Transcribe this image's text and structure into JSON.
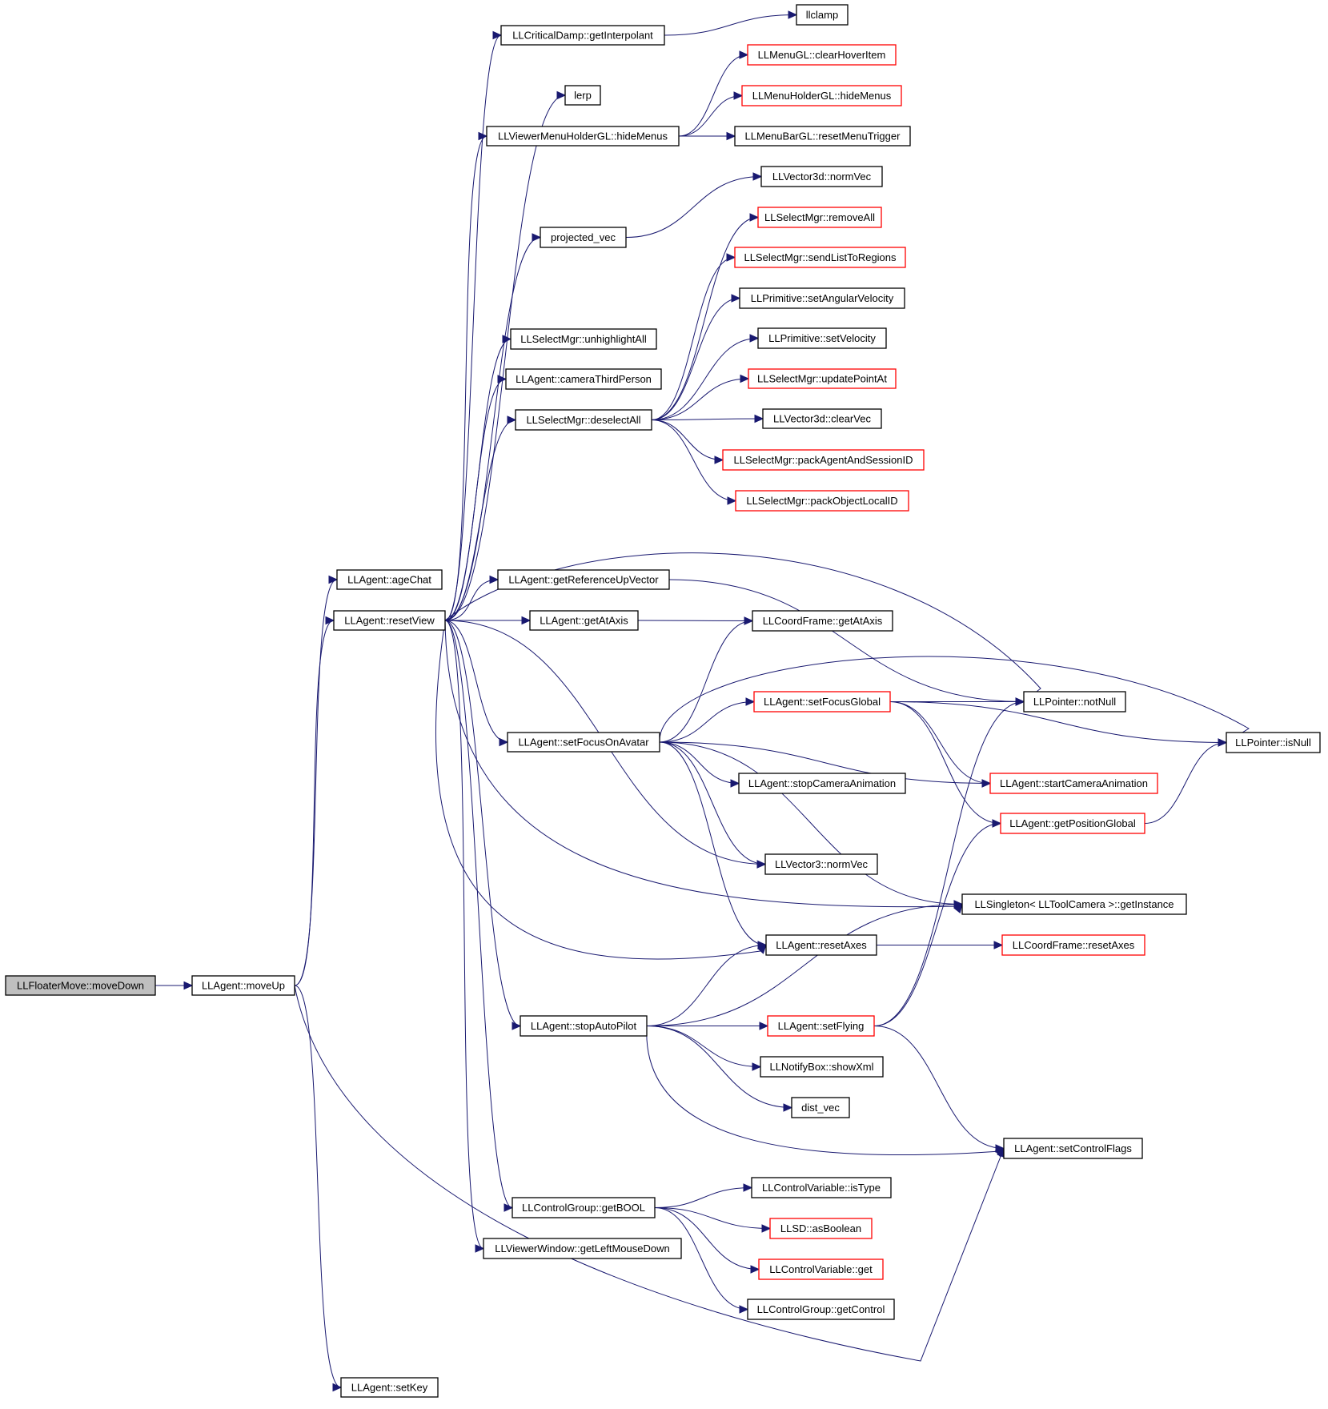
{
  "graph": {
    "title": "",
    "colors": {
      "edge": "#191970",
      "border": "#000000",
      "highlight_border": "#ff0000",
      "root_fill": "#bfbfbf",
      "node_fill": "#ffffff"
    },
    "nodes": [
      {
        "id": "floatermove_movedown",
        "label": "LLFloaterMove::moveDown",
        "style": "root"
      },
      {
        "id": "agent_moveup",
        "label": "LLAgent::moveUp",
        "style": "normal"
      },
      {
        "id": "agent_agechat",
        "label": "LLAgent::ageChat",
        "style": "normal"
      },
      {
        "id": "agent_resetview",
        "label": "LLAgent::resetView",
        "style": "normal"
      },
      {
        "id": "agent_setkey",
        "label": "LLAgent::setKey",
        "style": "normal"
      },
      {
        "id": "criticaldamp_getinterpolant",
        "label": "LLCriticalDamp::getInterpolant",
        "style": "normal"
      },
      {
        "id": "lerp",
        "label": "lerp",
        "style": "normal"
      },
      {
        "id": "viewermenuholder_hidemenus",
        "label": "LLViewerMenuHolderGL::hideMenus",
        "style": "normal"
      },
      {
        "id": "projected_vec",
        "label": "projected_vec",
        "style": "normal"
      },
      {
        "id": "selectmgr_unhighlightall",
        "label": "LLSelectMgr::unhighlightAll",
        "style": "normal"
      },
      {
        "id": "agent_camerathirdperson",
        "label": "LLAgent::cameraThirdPerson",
        "style": "normal"
      },
      {
        "id": "selectmgr_deselectall",
        "label": "LLSelectMgr::deselectAll",
        "style": "normal"
      },
      {
        "id": "agent_getreferenceupvector",
        "label": "LLAgent::getReferenceUpVector",
        "style": "normal"
      },
      {
        "id": "agent_getataxis",
        "label": "LLAgent::getAtAxis",
        "style": "normal"
      },
      {
        "id": "agent_setfocusonavatar",
        "label": "LLAgent::setFocusOnAvatar",
        "style": "normal"
      },
      {
        "id": "agent_stopautopilot",
        "label": "LLAgent::stopAutoPilot",
        "style": "normal"
      },
      {
        "id": "controlgroup_getbool",
        "label": "LLControlGroup::getBOOL",
        "style": "normal"
      },
      {
        "id": "viewerwindow_getleftmousedown",
        "label": "LLViewerWindow::getLeftMouseDown",
        "style": "normal"
      },
      {
        "id": "llclamp",
        "label": "llclamp",
        "style": "normal"
      },
      {
        "id": "menugl_clearhoveritem",
        "label": "LLMenuGL::clearHoverItem",
        "style": "red"
      },
      {
        "id": "menuholdergl_hidemenus",
        "label": "LLMenuHolderGL::hideMenus",
        "style": "red"
      },
      {
        "id": "menubargl_resetmenutrigger",
        "label": "LLMenuBarGL::resetMenuTrigger",
        "style": "normal"
      },
      {
        "id": "vector3d_normvec",
        "label": "LLVector3d::normVec",
        "style": "normal"
      },
      {
        "id": "selectmgr_removeall",
        "label": "LLSelectMgr::removeAll",
        "style": "red"
      },
      {
        "id": "selectmgr_sendlisttoregions",
        "label": "LLSelectMgr::sendListToRegions",
        "style": "red"
      },
      {
        "id": "primitive_setangularvelocity",
        "label": "LLPrimitive::setAngularVelocity",
        "style": "normal"
      },
      {
        "id": "primitive_setvelocity",
        "label": "LLPrimitive::setVelocity",
        "style": "normal"
      },
      {
        "id": "selectmgr_updatepointat",
        "label": "LLSelectMgr::updatePointAt",
        "style": "red"
      },
      {
        "id": "vector3d_clearvec",
        "label": "LLVector3d::clearVec",
        "style": "normal"
      },
      {
        "id": "selectmgr_packagentandsessionid",
        "label": "LLSelectMgr::packAgentAndSessionID",
        "style": "red"
      },
      {
        "id": "selectmgr_packobjectlocalid",
        "label": "LLSelectMgr::packObjectLocalID",
        "style": "red"
      },
      {
        "id": "coordframe_getataxis",
        "label": "LLCoordFrame::getAtAxis",
        "style": "normal"
      },
      {
        "id": "agent_setfocusglobal",
        "label": "LLAgent::setFocusGlobal",
        "style": "red"
      },
      {
        "id": "agent_stopcameraanimation",
        "label": "LLAgent::stopCameraAnimation",
        "style": "normal"
      },
      {
        "id": "vector3_normvec",
        "label": "LLVector3::normVec",
        "style": "normal"
      },
      {
        "id": "agent_resetaxes",
        "label": "LLAgent::resetAxes",
        "style": "normal"
      },
      {
        "id": "agent_setflying",
        "label": "LLAgent::setFlying",
        "style": "red"
      },
      {
        "id": "notifybox_showxml",
        "label": "LLNotifyBox::showXml",
        "style": "normal"
      },
      {
        "id": "dist_vec",
        "label": "dist_vec",
        "style": "normal"
      },
      {
        "id": "controlvariable_istype",
        "label": "LLControlVariable::isType",
        "style": "normal"
      },
      {
        "id": "llsd_asboolean",
        "label": "LLSD::asBoolean",
        "style": "red"
      },
      {
        "id": "controlvariable_get",
        "label": "LLControlVariable::get",
        "style": "red"
      },
      {
        "id": "controlgroup_getcontrol",
        "label": "LLControlGroup::getControl",
        "style": "normal"
      },
      {
        "id": "pointer_notnull",
        "label": "LLPointer::notNull",
        "style": "normal"
      },
      {
        "id": "pointer_isnull",
        "label": "LLPointer::isNull",
        "style": "normal"
      },
      {
        "id": "agent_startcameraanimation",
        "label": "LLAgent::startCameraAnimation",
        "style": "red"
      },
      {
        "id": "agent_getpositionglobal",
        "label": "LLAgent::getPositionGlobal",
        "style": "red"
      },
      {
        "id": "singleton_toolcamera_getinstance",
        "label": "LLSingleton< LLToolCamera >::getInstance",
        "style": "normal"
      },
      {
        "id": "coordframe_resetaxes",
        "label": "LLCoordFrame::resetAxes",
        "style": "red"
      },
      {
        "id": "agent_setcontrolflags",
        "label": "LLAgent::setControlFlags",
        "style": "normal"
      }
    ],
    "edges": [
      {
        "from": "floatermove_movedown",
        "to": "agent_moveup"
      },
      {
        "from": "agent_moveup",
        "to": "agent_agechat"
      },
      {
        "from": "agent_moveup",
        "to": "agent_resetview"
      },
      {
        "from": "agent_moveup",
        "to": "agent_setcontrolflags"
      },
      {
        "from": "agent_moveup",
        "to": "agent_setkey"
      },
      {
        "from": "agent_resetview",
        "to": "criticaldamp_getinterpolant"
      },
      {
        "from": "agent_resetview",
        "to": "lerp"
      },
      {
        "from": "agent_resetview",
        "to": "viewermenuholder_hidemenus"
      },
      {
        "from": "agent_resetview",
        "to": "projected_vec"
      },
      {
        "from": "agent_resetview",
        "to": "selectmgr_unhighlightall"
      },
      {
        "from": "agent_resetview",
        "to": "agent_camerathirdperson"
      },
      {
        "from": "agent_resetview",
        "to": "selectmgr_deselectall"
      },
      {
        "from": "agent_resetview",
        "to": "agent_getreferenceupvector"
      },
      {
        "from": "agent_resetview",
        "to": "pointer_notnull"
      },
      {
        "from": "agent_resetview",
        "to": "agent_getataxis"
      },
      {
        "from": "agent_resetview",
        "to": "agent_setfocusonavatar"
      },
      {
        "from": "agent_resetview",
        "to": "vector3_normvec"
      },
      {
        "from": "agent_resetview",
        "to": "singleton_toolcamera_getinstance"
      },
      {
        "from": "agent_resetview",
        "to": "agent_resetaxes"
      },
      {
        "from": "agent_resetview",
        "to": "agent_stopautopilot"
      },
      {
        "from": "agent_resetview",
        "to": "controlgroup_getbool"
      },
      {
        "from": "agent_resetview",
        "to": "viewerwindow_getleftmousedown"
      },
      {
        "from": "criticaldamp_getinterpolant",
        "to": "llclamp"
      },
      {
        "from": "viewermenuholder_hidemenus",
        "to": "menugl_clearhoveritem"
      },
      {
        "from": "viewermenuholder_hidemenus",
        "to": "menuholdergl_hidemenus"
      },
      {
        "from": "viewermenuholder_hidemenus",
        "to": "menubargl_resetmenutrigger"
      },
      {
        "from": "projected_vec",
        "to": "vector3d_normvec"
      },
      {
        "from": "selectmgr_deselectall",
        "to": "selectmgr_removeall"
      },
      {
        "from": "selectmgr_deselectall",
        "to": "selectmgr_sendlisttoregions"
      },
      {
        "from": "selectmgr_deselectall",
        "to": "primitive_setangularvelocity"
      },
      {
        "from": "selectmgr_deselectall",
        "to": "primitive_setvelocity"
      },
      {
        "from": "selectmgr_deselectall",
        "to": "selectmgr_updatepointat"
      },
      {
        "from": "selectmgr_deselectall",
        "to": "vector3d_clearvec"
      },
      {
        "from": "selectmgr_deselectall",
        "to": "selectmgr_packagentandsessionid"
      },
      {
        "from": "selectmgr_deselectall",
        "to": "selectmgr_packobjectlocalid"
      },
      {
        "from": "agent_getreferenceupvector",
        "to": "pointer_notnull"
      },
      {
        "from": "agent_getataxis",
        "to": "coordframe_getataxis"
      },
      {
        "from": "agent_setfocusonavatar",
        "to": "coordframe_getataxis"
      },
      {
        "from": "agent_setfocusonavatar",
        "to": "pointer_isnull"
      },
      {
        "from": "agent_setfocusonavatar",
        "to": "agent_setfocusglobal"
      },
      {
        "from": "agent_setfocusonavatar",
        "to": "agent_startcameraanimation"
      },
      {
        "from": "agent_setfocusonavatar",
        "to": "agent_stopcameraanimation"
      },
      {
        "from": "agent_setfocusonavatar",
        "to": "vector3_normvec"
      },
      {
        "from": "agent_setfocusonavatar",
        "to": "singleton_toolcamera_getinstance"
      },
      {
        "from": "agent_setfocusonavatar",
        "to": "agent_resetaxes"
      },
      {
        "from": "agent_setfocusglobal",
        "to": "pointer_notnull"
      },
      {
        "from": "agent_setfocusglobal",
        "to": "pointer_isnull"
      },
      {
        "from": "agent_setfocusglobal",
        "to": "agent_startcameraanimation"
      },
      {
        "from": "agent_setfocusglobal",
        "to": "agent_getpositionglobal"
      },
      {
        "from": "agent_getpositionglobal",
        "to": "pointer_isnull"
      },
      {
        "from": "agent_resetaxes",
        "to": "coordframe_resetaxes"
      },
      {
        "from": "agent_stopautopilot",
        "to": "agent_resetaxes"
      },
      {
        "from": "agent_stopautopilot",
        "to": "singleton_toolcamera_getinstance"
      },
      {
        "from": "agent_stopautopilot",
        "to": "agent_setflying"
      },
      {
        "from": "agent_stopautopilot",
        "to": "notifybox_showxml"
      },
      {
        "from": "agent_stopautopilot",
        "to": "dist_vec"
      },
      {
        "from": "agent_stopautopilot",
        "to": "agent_setcontrolflags"
      },
      {
        "from": "agent_setflying",
        "to": "pointer_notnull"
      },
      {
        "from": "agent_setflying",
        "to": "agent_getpositionglobal"
      },
      {
        "from": "agent_setflying",
        "to": "agent_setcontrolflags"
      },
      {
        "from": "controlgroup_getbool",
        "to": "controlvariable_istype"
      },
      {
        "from": "controlgroup_getbool",
        "to": "llsd_asboolean"
      },
      {
        "from": "controlgroup_getbool",
        "to": "controlvariable_get"
      },
      {
        "from": "controlgroup_getbool",
        "to": "controlgroup_getcontrol"
      }
    ]
  }
}
